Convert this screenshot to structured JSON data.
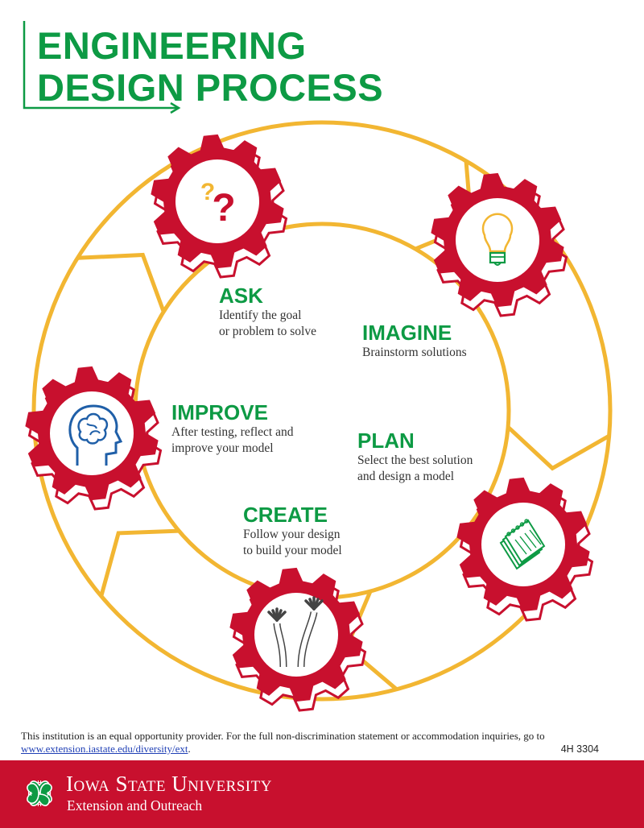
{
  "title": {
    "line1": "ENGINEERING",
    "line2": "DESIGN PROCESS"
  },
  "colors": {
    "green": "#0d9a44",
    "red": "#c8102e",
    "gold": "#f2b632",
    "blue": "#1f5fa8"
  },
  "steps": [
    {
      "id": "ask",
      "heading": "ASK",
      "desc1": "Identify the goal",
      "desc2": "or problem to solve",
      "icon": "question-marks-icon"
    },
    {
      "id": "imagine",
      "heading": "IMAGINE",
      "desc1": "Brainstorm solutions",
      "desc2": "",
      "icon": "lightbulb-icon"
    },
    {
      "id": "plan",
      "heading": "PLAN",
      "desc1": "Select the best solution",
      "desc2": "and design a model",
      "icon": "notepad-icon"
    },
    {
      "id": "create",
      "heading": "CREATE",
      "desc1": "Follow your design",
      "desc2": "to build your model",
      "icon": "robot-arms-icon"
    },
    {
      "id": "improve",
      "heading": "IMPROVE",
      "desc1": "After testing, reflect and",
      "desc2": "improve your model",
      "icon": "brain-head-icon"
    }
  ],
  "footer": {
    "statement": "This institution is an equal opportunity provider. For the full non-discrimination statement or accommodation inquiries, go to",
    "link": "www.extension.iastate.edu/diversity/ext",
    "link_suffix": ".",
    "code": "4H 3304"
  },
  "banner": {
    "university": "Iowa State University",
    "subtitle": "Extension and Outreach"
  }
}
